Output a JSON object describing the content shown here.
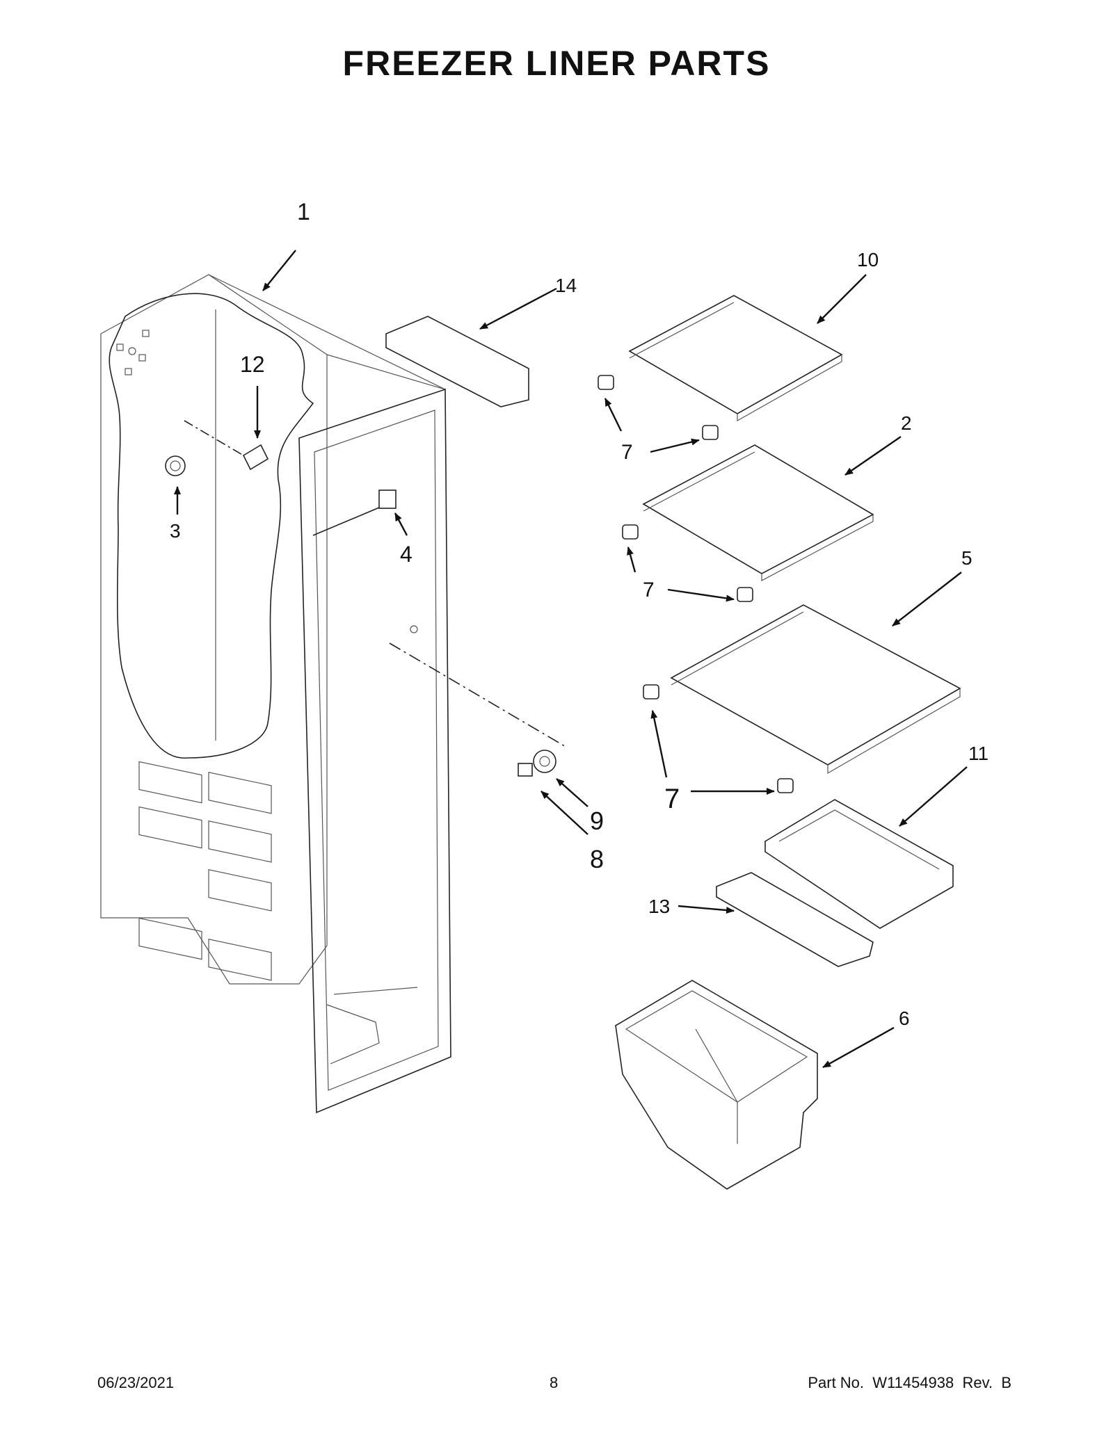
{
  "title": "FREEZER LINER PARTS",
  "footer": {
    "date": "06/23/2021",
    "page": "8",
    "part_no": "Part No.  W11454938  Rev.  B"
  },
  "callouts": {
    "c1": "1",
    "c2": "2",
    "c3": "3",
    "c4": "4",
    "c5": "5",
    "c6": "6",
    "c7a": "7",
    "c7b": "7",
    "c7c": "7",
    "c8": "8",
    "c9": "9",
    "c10": "10",
    "c11": "11",
    "c12": "12",
    "c13": "13",
    "c14": "14"
  },
  "colors": {
    "line": "#222222",
    "background": "#ffffff"
  }
}
